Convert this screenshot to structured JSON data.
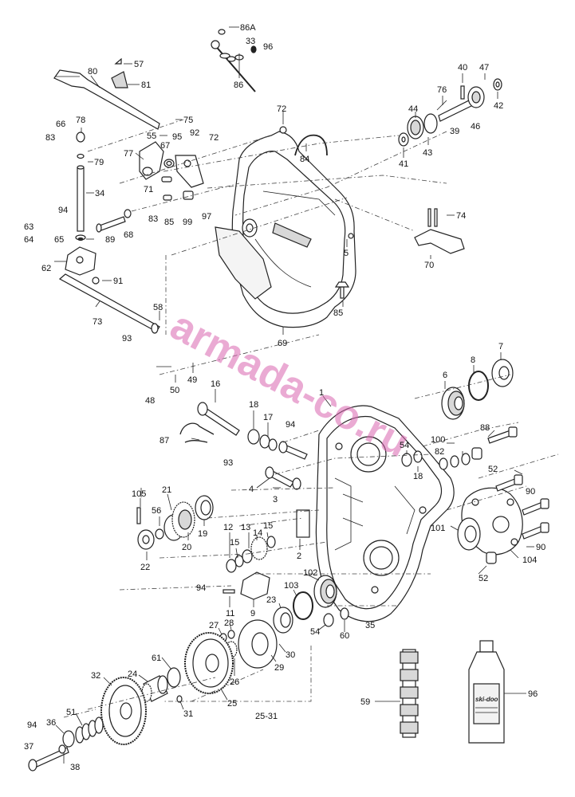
{
  "watermark": "armada-co.ru",
  "bottle_logo": "ski-doo",
  "labels": {
    "l1": "1",
    "l2": "2",
    "l3": "3",
    "l4": "4",
    "l5": "5",
    "l6": "6",
    "l7": "7",
    "l8": "8",
    "l9": "9",
    "l11": "11",
    "l12": "12",
    "l13": "13",
    "l14": "14",
    "l15a": "15",
    "l15b": "15",
    "l16": "16",
    "l17": "17",
    "l18a": "18",
    "l18b": "18",
    "l19": "19",
    "l20": "20",
    "l21": "21",
    "l22": "22",
    "l23": "23",
    "l24": "24",
    "l25": "25",
    "l26": "26",
    "l27": "27",
    "l28": "28",
    "l29": "29",
    "l30": "30",
    "l31": "31",
    "l32": "32",
    "l33": "33",
    "l34": "34",
    "l35": "35",
    "l36": "36",
    "l37": "37",
    "l38": "38",
    "l39": "39",
    "l40": "40",
    "l41": "41",
    "l42": "42",
    "l43": "43",
    "l44": "44",
    "l46": "46",
    "l47": "47",
    "l48": "48",
    "l49": "49",
    "l50": "50",
    "l51": "51",
    "l52a": "52",
    "l52b": "52",
    "l54a": "54",
    "l54b": "54",
    "l55": "55",
    "l56": "56",
    "l57": "57",
    "l58": "58",
    "l59": "59",
    "l60": "60",
    "l61": "61",
    "l62": "62",
    "l63": "63",
    "l64": "64",
    "l65": "65",
    "l66": "66",
    "l67": "67",
    "l68": "68",
    "l69": "69",
    "l70": "70",
    "l71": "71",
    "l72a": "72",
    "l72b": "72",
    "l73": "73",
    "l74": "74",
    "l75": "75",
    "l76": "76",
    "l77": "77",
    "l78": "78",
    "l79": "79",
    "l80": "80",
    "l81": "81",
    "l82": "82",
    "l83a": "83",
    "l83b": "83",
    "l84": "84",
    "l85a": "85",
    "l85b": "85",
    "l86": "86",
    "l86a": "86A",
    "l87": "87",
    "l88": "88",
    "l89": "89",
    "l90a": "90",
    "l90b": "90",
    "l91": "91",
    "l92": "92",
    "l93a": "93",
    "l93b": "93",
    "l94a": "94",
    "l94b": "94",
    "l94c": "94",
    "l94d": "94",
    "l95": "95",
    "l96a": "96",
    "l96b": "96",
    "l97": "97",
    "l99": "99",
    "l100": "100",
    "l101": "101",
    "l102": "102",
    "l103": "103",
    "l104": "104",
    "l105": "105",
    "l2531": "25-31"
  }
}
